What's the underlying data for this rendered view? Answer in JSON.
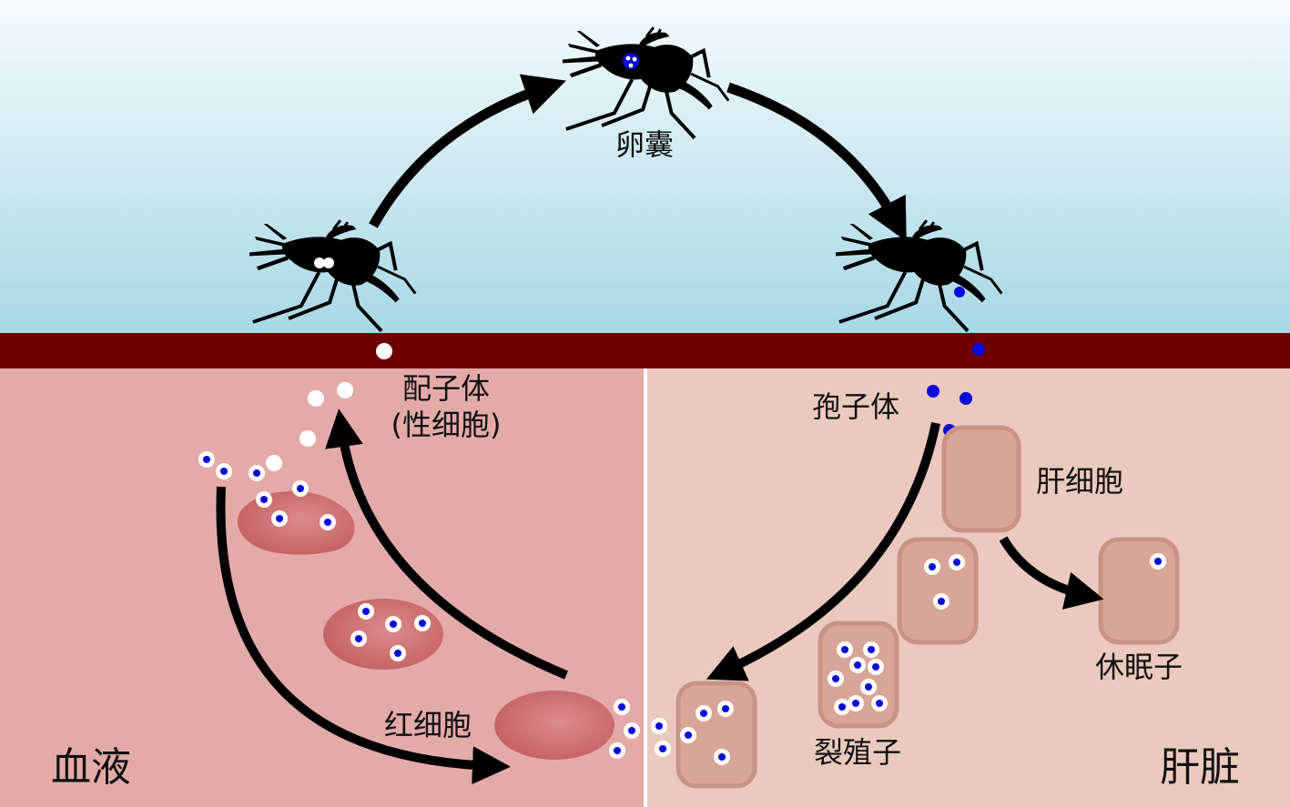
{
  "colors": {
    "sky_top": "#f4fafc",
    "sky_bottom": "#a9d9e5",
    "skin_band": "#6f0000",
    "blood_bg": "#e4aaaa",
    "liver_bg": "#ebc9bf",
    "rbc_fill": "#c96868",
    "hepatocyte_fill": "#d9a597",
    "hepatocyte_stroke": "#c99384",
    "parasite_blue": "#0a0adc",
    "arrow": "#000000"
  },
  "icons": [
    "mosquito-icon",
    "gametocyte-dot-icon",
    "sporozoite-dot-icon",
    "merozoite-dot-icon"
  ],
  "labels": {
    "oocyst": "卵囊",
    "gametocyte": "配子体",
    "gametocyte_sub": "(性细胞)",
    "sporozoite": "孢子体",
    "hepatocyte": "肝细胞",
    "hypnozoite": "休眠子",
    "schizont": "裂殖子",
    "rbc": "红细胞",
    "blood": "血液",
    "liver": "肝脏"
  }
}
